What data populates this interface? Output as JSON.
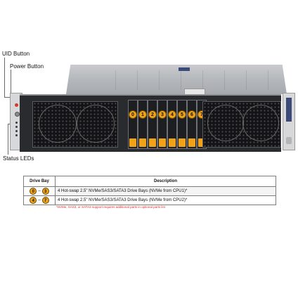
{
  "callouts": {
    "uid": "UID Button",
    "power": "Power Button",
    "status": "Status LEDs"
  },
  "chassis": {
    "bays": [
      "0",
      "1",
      "2",
      "3",
      "4",
      "5",
      "6",
      "7"
    ],
    "colors": {
      "bay_tab": "#f0a318",
      "chassis": "#2a2b2e",
      "footnote": "#e02a2a"
    }
  },
  "table": {
    "headers": {
      "bay": "Drive Bay",
      "desc": "Description"
    },
    "rows": [
      {
        "from": "0",
        "dash": "–",
        "to": "3",
        "desc": "4 Hot-swap 2.5\" NVMe/SAS3/SATA3 Drive  Bays (NVMe from CPU1)*"
      },
      {
        "from": "4",
        "dash": "–",
        "to": "7",
        "desc": "4 Hot-swap 2.5\" NVMe/SAS3/SATA3 Drive  Bays (NVMe from CPU2)*"
      }
    ],
    "footnote": "*NVMe, SAS3, or SATA3 support requires additional parts in optional parts list"
  }
}
